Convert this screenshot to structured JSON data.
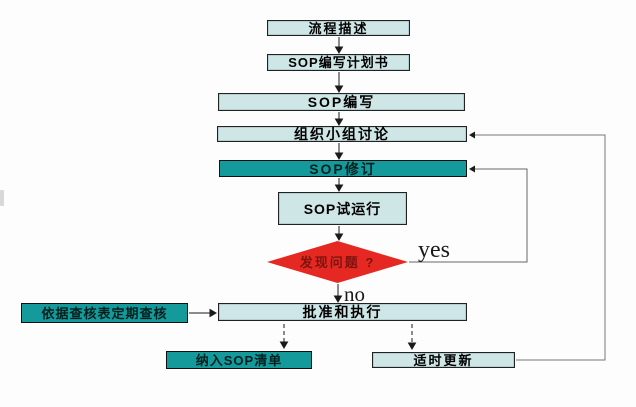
{
  "diagram": {
    "type": "flowchart",
    "nodes": {
      "process_desc": {
        "label": "流程描述",
        "shape": "rect",
        "fill": "light"
      },
      "sop_plan": {
        "label": "SOP编写计划书",
        "shape": "rect",
        "fill": "light"
      },
      "sop_write": {
        "label": "SOP编写",
        "shape": "rect",
        "fill": "light"
      },
      "group_discuss": {
        "label": "组织小组讨论",
        "shape": "rect",
        "fill": "light"
      },
      "sop_revise": {
        "label": "SOP修订",
        "shape": "rect",
        "fill": "teal"
      },
      "sop_trial": {
        "label": "SOP试运行",
        "shape": "rect",
        "fill": "light"
      },
      "find_problem": {
        "label": "发现问题 ?",
        "shape": "diamond",
        "fill": "red"
      },
      "approve_execute": {
        "label": "批准和执行",
        "shape": "rect",
        "fill": "light"
      },
      "periodic_audit": {
        "label": "依据查核表定期查核",
        "shape": "rect",
        "fill": "teal"
      },
      "sop_list": {
        "label": "纳入SOP清单",
        "shape": "rect",
        "fill": "teal"
      },
      "timely_update": {
        "label": "适时更新",
        "shape": "rect",
        "fill": "light"
      }
    },
    "edge_labels": {
      "yes": "yes",
      "no": "no"
    },
    "edges": [
      "process_desc -> sop_plan",
      "sop_plan -> sop_write",
      "sop_write -> group_discuss",
      "group_discuss -> sop_revise",
      "sop_revise -> sop_trial",
      "sop_trial -> find_problem",
      "find_problem -yes-> sop_revise",
      "find_problem -no-> approve_execute",
      "periodic_audit -> approve_execute",
      "approve_execute -dashed-> sop_list",
      "approve_execute -dashed-> timely_update",
      "timely_update -> group_discuss"
    ],
    "colors": {
      "light_fill": "#cfe6e6",
      "teal_fill": "#149a9a",
      "diamond_fill": "#e62823",
      "diamond_text": "#7e1410",
      "border": "#222222",
      "connector": "#1a1a1a",
      "loop_line": "#666666",
      "background": "#fdfdfd"
    }
  }
}
